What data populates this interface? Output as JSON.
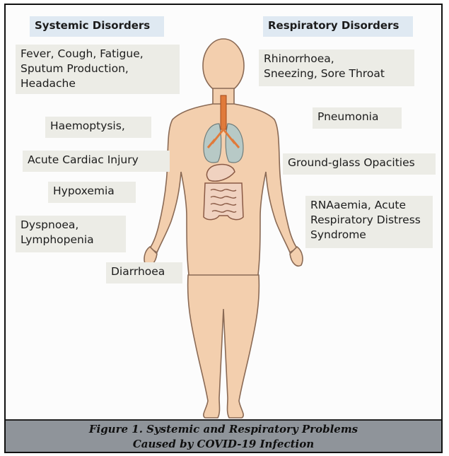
{
  "figure": {
    "headings": {
      "systemic": "Systemic Disorders",
      "respiratory": "Respiratory Disorders"
    },
    "systemic_items": [
      "Fever, Cough, Fatigue,\nSputum Production,\nHeadache",
      "Haemoptysis,",
      "Acute Cardiac Injury",
      "Hypoxemia",
      "Dyspnoea,\nLymphopenia",
      "Diarrhoea"
    ],
    "respiratory_items": [
      "Rhinorrhoea,\nSneezing, Sore Throat",
      "Pneumonia",
      "Ground-glass Opacities",
      "RNAaemia, Acute\nRespiratory Distress\nSyndrome"
    ],
    "caption": {
      "line1": "Figure 1. Systemic and Respiratory Problems",
      "line2": "Caused by COVID-19 Infection"
    },
    "colors": {
      "skin": "#f3cfae",
      "outline": "#8a6a55",
      "trachea": "#e07a3a",
      "lungs": "#b7c9c6",
      "intestine": "#f0d2c0",
      "label_box": "#ecece6",
      "heading_box": "#dfe9f2",
      "caption_bg": "#8f949a"
    }
  }
}
